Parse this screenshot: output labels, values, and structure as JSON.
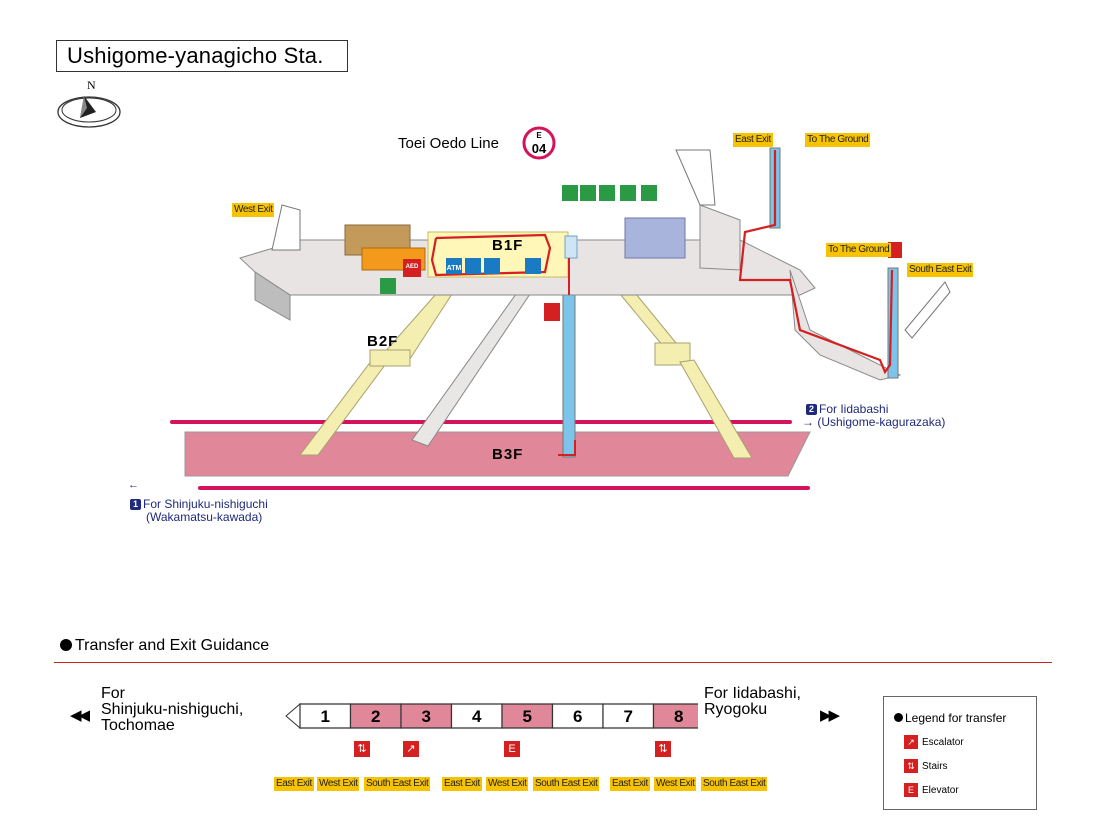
{
  "station": {
    "title": "Ushigome-yanagicho Sta.",
    "compass_letter": "N",
    "line_name": "Toei Oedo Line",
    "line_code_letter": "E",
    "line_code_number": "04",
    "line_color": "#d4145a"
  },
  "floors": {
    "b1": "B1F",
    "b2": "B2F",
    "b3": "B3F"
  },
  "map_labels": {
    "west_exit": "West Exit",
    "east_exit": "East Exit",
    "to_the_ground_top": "To The Ground",
    "to_the_ground_right": "To The Ground",
    "south_east_exit": "South East Exit",
    "atm": "ATM",
    "aed": "AED"
  },
  "directions": {
    "toward_2": {
      "number": "2",
      "line1": "For Iidabashi",
      "line2": "(Ushigome-kagurazaka)"
    },
    "toward_1": {
      "number": "1",
      "line1": "For Shinjuku-nishiguchi",
      "line2": "(Wakamatsu-kawada)"
    }
  },
  "guidance": {
    "title": "Transfer and Exit Guidance",
    "left_terminal": [
      "For",
      "Shinjuku-nishiguchi,",
      "Tochomae"
    ],
    "right_terminal": [
      "For Iidabashi,",
      "Ryogoku"
    ],
    "cars": [
      {
        "number": "1",
        "highlight": false
      },
      {
        "number": "2",
        "highlight": true,
        "facility": "stairs",
        "exits": [
          "East Exit",
          "West Exit"
        ]
      },
      {
        "number": "3",
        "highlight": true,
        "facility": "escalator",
        "exits": [
          "South East Exit"
        ]
      },
      {
        "number": "4",
        "highlight": false
      },
      {
        "number": "5",
        "highlight": true,
        "facility": "elevator",
        "exits": [
          "East Exit",
          "West Exit",
          "South East Exit"
        ]
      },
      {
        "number": "6",
        "highlight": false
      },
      {
        "number": "7",
        "highlight": false
      },
      {
        "number": "8",
        "highlight": true,
        "facility": "stairs",
        "exits": [
          "East Exit",
          "West Exit",
          "South East Exit"
        ]
      }
    ],
    "highlight_color": "#e0889a"
  },
  "legend": {
    "title": "Legend for transfer",
    "items": [
      {
        "icon": "escalator-icon",
        "label": "Escalator"
      },
      {
        "icon": "stairs-icon",
        "label": "Stairs"
      },
      {
        "icon": "elevator-icon",
        "label": "Elevator"
      }
    ]
  },
  "colors": {
    "exit_tag": "#f7c200",
    "route_red": "#d42020",
    "elevator_blue": "#7cc4ea",
    "platform_pink": "#e0889a",
    "concourse_grey": "#e8e4e4",
    "stairs_yellow": "#f4efb0"
  }
}
